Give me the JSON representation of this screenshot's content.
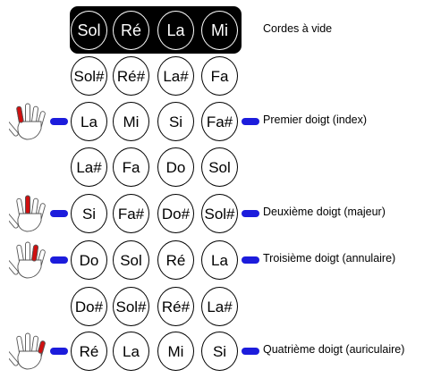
{
  "header": {
    "label": "Cordes à vide"
  },
  "colors": {
    "marker": "#1c1cdc",
    "finger_highlight": "#d01010"
  },
  "rows": [
    {
      "kind": "open",
      "notes": [
        "Sol",
        "Ré",
        "La",
        "Mi"
      ],
      "label": "Cordes à vide"
    },
    {
      "kind": "plain",
      "notes": [
        "Sol#",
        "Ré#",
        "La#",
        "Fa"
      ]
    },
    {
      "kind": "finger",
      "finger": 1,
      "notes": [
        "La",
        "Mi",
        "Si",
        "Fa#"
      ],
      "label": "Premier doigt (index)",
      "icon": "hand-index-finger-icon"
    },
    {
      "kind": "plain",
      "notes": [
        "La#",
        "Fa",
        "Do",
        "Sol"
      ]
    },
    {
      "kind": "finger",
      "finger": 2,
      "notes": [
        "Si",
        "Fa#",
        "Do#",
        "Sol#"
      ],
      "label": "Deuxième doigt (majeur)",
      "icon": "hand-middle-finger-icon"
    },
    {
      "kind": "finger",
      "finger": 3,
      "notes": [
        "Do",
        "Sol",
        "Ré",
        "La"
      ],
      "label": "Troisième doigt (annulaire)",
      "icon": "hand-ring-finger-icon"
    },
    {
      "kind": "plain",
      "notes": [
        "Do#",
        "Sol#",
        "Ré#",
        "La#"
      ]
    },
    {
      "kind": "finger",
      "finger": 4,
      "notes": [
        "Ré",
        "La",
        "Mi",
        "Si"
      ],
      "label": "Quatrième doigt (auriculaire)",
      "icon": "hand-little-finger-icon"
    }
  ]
}
